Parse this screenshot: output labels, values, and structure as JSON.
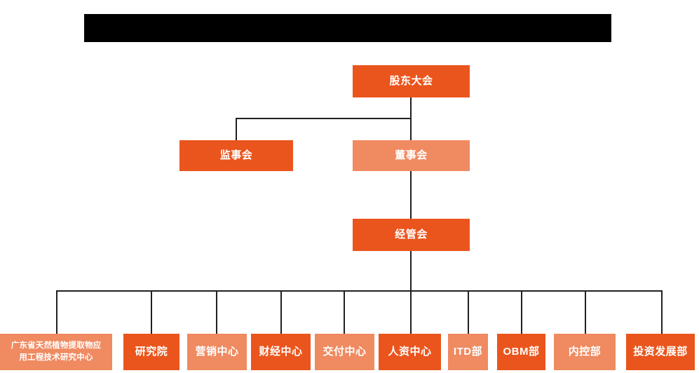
{
  "page": {
    "title_bar": {
      "name": "redacted-title-bar",
      "text": "",
      "color": "#000000"
    },
    "background": "#ffffff",
    "palette": {
      "dark_orange": "#EA551D",
      "light_orange": "#EF8A61",
      "connector": "#231f20",
      "node_text": "#ffffff"
    }
  },
  "chart_data": {
    "type": "org-chart",
    "title": "",
    "levels": 4,
    "nodes": [
      {
        "id": "n1",
        "label": "股东大会",
        "level": 1,
        "style": "dark",
        "parent": null
      },
      {
        "id": "n2",
        "label": "监事会",
        "level": 2,
        "style": "dark",
        "parent": "n1"
      },
      {
        "id": "n3",
        "label": "董事会",
        "level": 2,
        "style": "light",
        "parent": "n1"
      },
      {
        "id": "n4",
        "label": "经管会",
        "level": 3,
        "style": "dark",
        "parent": "n3"
      },
      {
        "id": "n5",
        "label": "广东省天然植物提取物应\n用工程技术研究中心",
        "level": 4,
        "style": "light",
        "parent": "n4"
      },
      {
        "id": "n6",
        "label": "研究院",
        "level": 4,
        "style": "dark",
        "parent": "n4"
      },
      {
        "id": "n7",
        "label": "营销中心",
        "level": 4,
        "style": "light",
        "parent": "n4"
      },
      {
        "id": "n8",
        "label": "财经中心",
        "level": 4,
        "style": "dark",
        "parent": "n4"
      },
      {
        "id": "n9",
        "label": "交付中心",
        "level": 4,
        "style": "light",
        "parent": "n4"
      },
      {
        "id": "n10",
        "label": "人资中心",
        "level": 4,
        "style": "dark",
        "parent": "n4"
      },
      {
        "id": "n11",
        "label": "ITD部",
        "level": 4,
        "style": "light",
        "parent": "n4"
      },
      {
        "id": "n12",
        "label": "OBM部",
        "level": 4,
        "style": "dark",
        "parent": "n4"
      },
      {
        "id": "n13",
        "label": "内控部",
        "level": 4,
        "style": "light",
        "parent": "n4"
      },
      {
        "id": "n14",
        "label": "投资发展部",
        "level": 4,
        "style": "dark",
        "parent": "n4"
      }
    ]
  }
}
